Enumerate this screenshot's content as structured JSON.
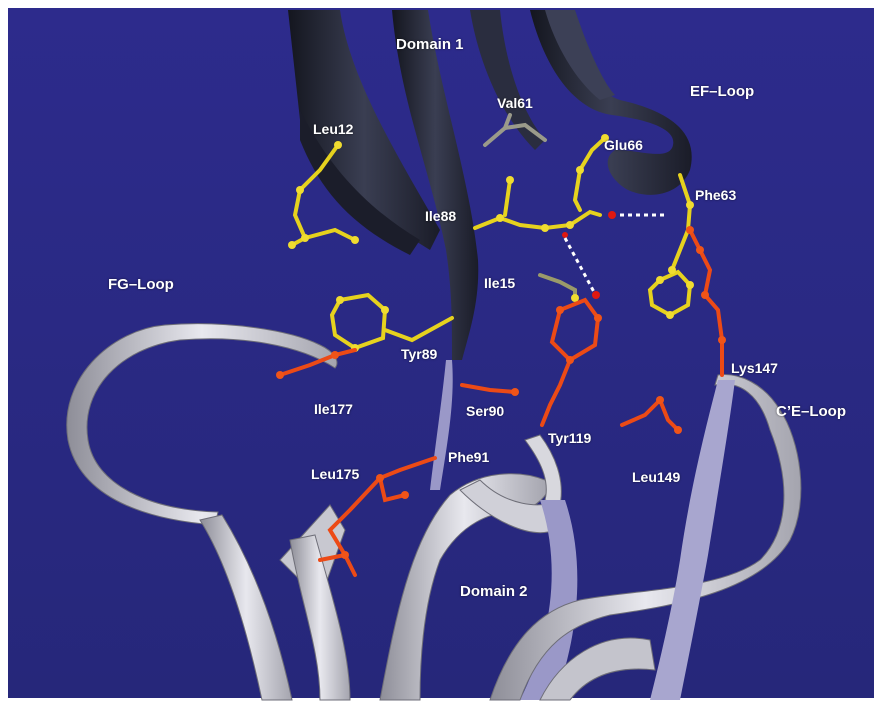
{
  "labels": {
    "domain1": "Domain 1",
    "domain2": "Domain 2",
    "ef_loop": "EF–Loop",
    "fg_loop": "FG–Loop",
    "ce_loop": "C’E–Loop",
    "val61": "Val61",
    "leu12": "Leu12",
    "glu66": "Glu66",
    "phe63": "Phe63",
    "ile88": "Ile88",
    "ile15": "Ile15",
    "tyr89": "Tyr89",
    "ser90": "Ser90",
    "tyr119": "Tyr119",
    "lys147": "Lys147",
    "ile177": "Ile177",
    "phe91": "Phe91",
    "leu175": "Leu175",
    "leu149": "Leu149"
  },
  "colors": {
    "background": "#2a2a86",
    "domain1_ribbon": "#262a3c",
    "domain2_ribbon": "#d4d4da",
    "ribbon_lilac": "#9a98c8",
    "domain1_residues": "#e6d21e",
    "domain2_residues": "#ec4a16",
    "hbond": "#ffffff"
  }
}
